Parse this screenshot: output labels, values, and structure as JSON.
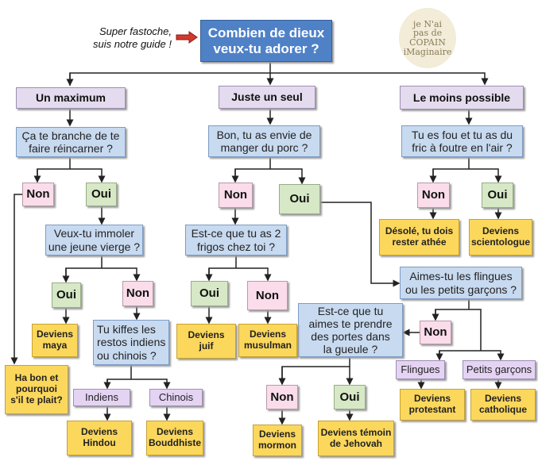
{
  "intro": "Super fastoche,\nsuis notre guide !",
  "title": "Combien de dieux\nveux-tu adorer ?",
  "logo": "je N'ai\npas de\nCOPAIN\niMaginaire",
  "n": {
    "max": "Un maximum",
    "seul": "Juste un seul",
    "moins": "Le moins possible",
    "q_reinc": "Ça te branche de te\nfaire réincarner ?",
    "q_porc": "Bon, tu as envie de\nmanger du porc ?",
    "q_fou": "Tu es fou et tu as du\nfric à foutre en l'air ?",
    "non1": "Non",
    "oui1": "Oui",
    "non2": "Non",
    "oui2": "Oui",
    "non3": "Non",
    "oui3": "Oui",
    "q_vierge": "Veux-tu immoler\nune jeune vierge ?",
    "q_frigos": "Est-ce que tu as 2\nfrigos chez toi ?",
    "athee": "Désolé, tu dois\nrester athée",
    "scient": "Deviens\nscientologue",
    "q_flingues": "Aimes-tu les flingues\nou les petits garçons ?",
    "oui4": "Oui",
    "non4": "Non",
    "oui5": "Oui",
    "non5": "Non",
    "q_portes": "Est-ce que tu\naimes te prendre\ndes portes dans\nla gueule ?",
    "non6": "Non",
    "maya": "Deviens\nmaya",
    "q_restos": "Tu kiffes les\nrestos indiens\nou chinois ?",
    "juif": "Deviens\njuif",
    "musulman": "Deviens\nmusulman",
    "habon": "Ha bon et\npourquoi\ns'il te plait?",
    "flingues": "Flingues",
    "garcons": "Petits garçons",
    "indiens": "Indiens",
    "chinois": "Chinois",
    "non7": "Non",
    "oui7": "Oui",
    "protestant": "Deviens\nprotestant",
    "catholique": "Deviens\ncatholique",
    "hindou": "Deviens\nHindou",
    "bouddhiste": "Deviens\nBouddhiste",
    "mormon": "Deviens\nmormon",
    "jehovah": "Deviens témoin\nde Jehovah"
  }
}
